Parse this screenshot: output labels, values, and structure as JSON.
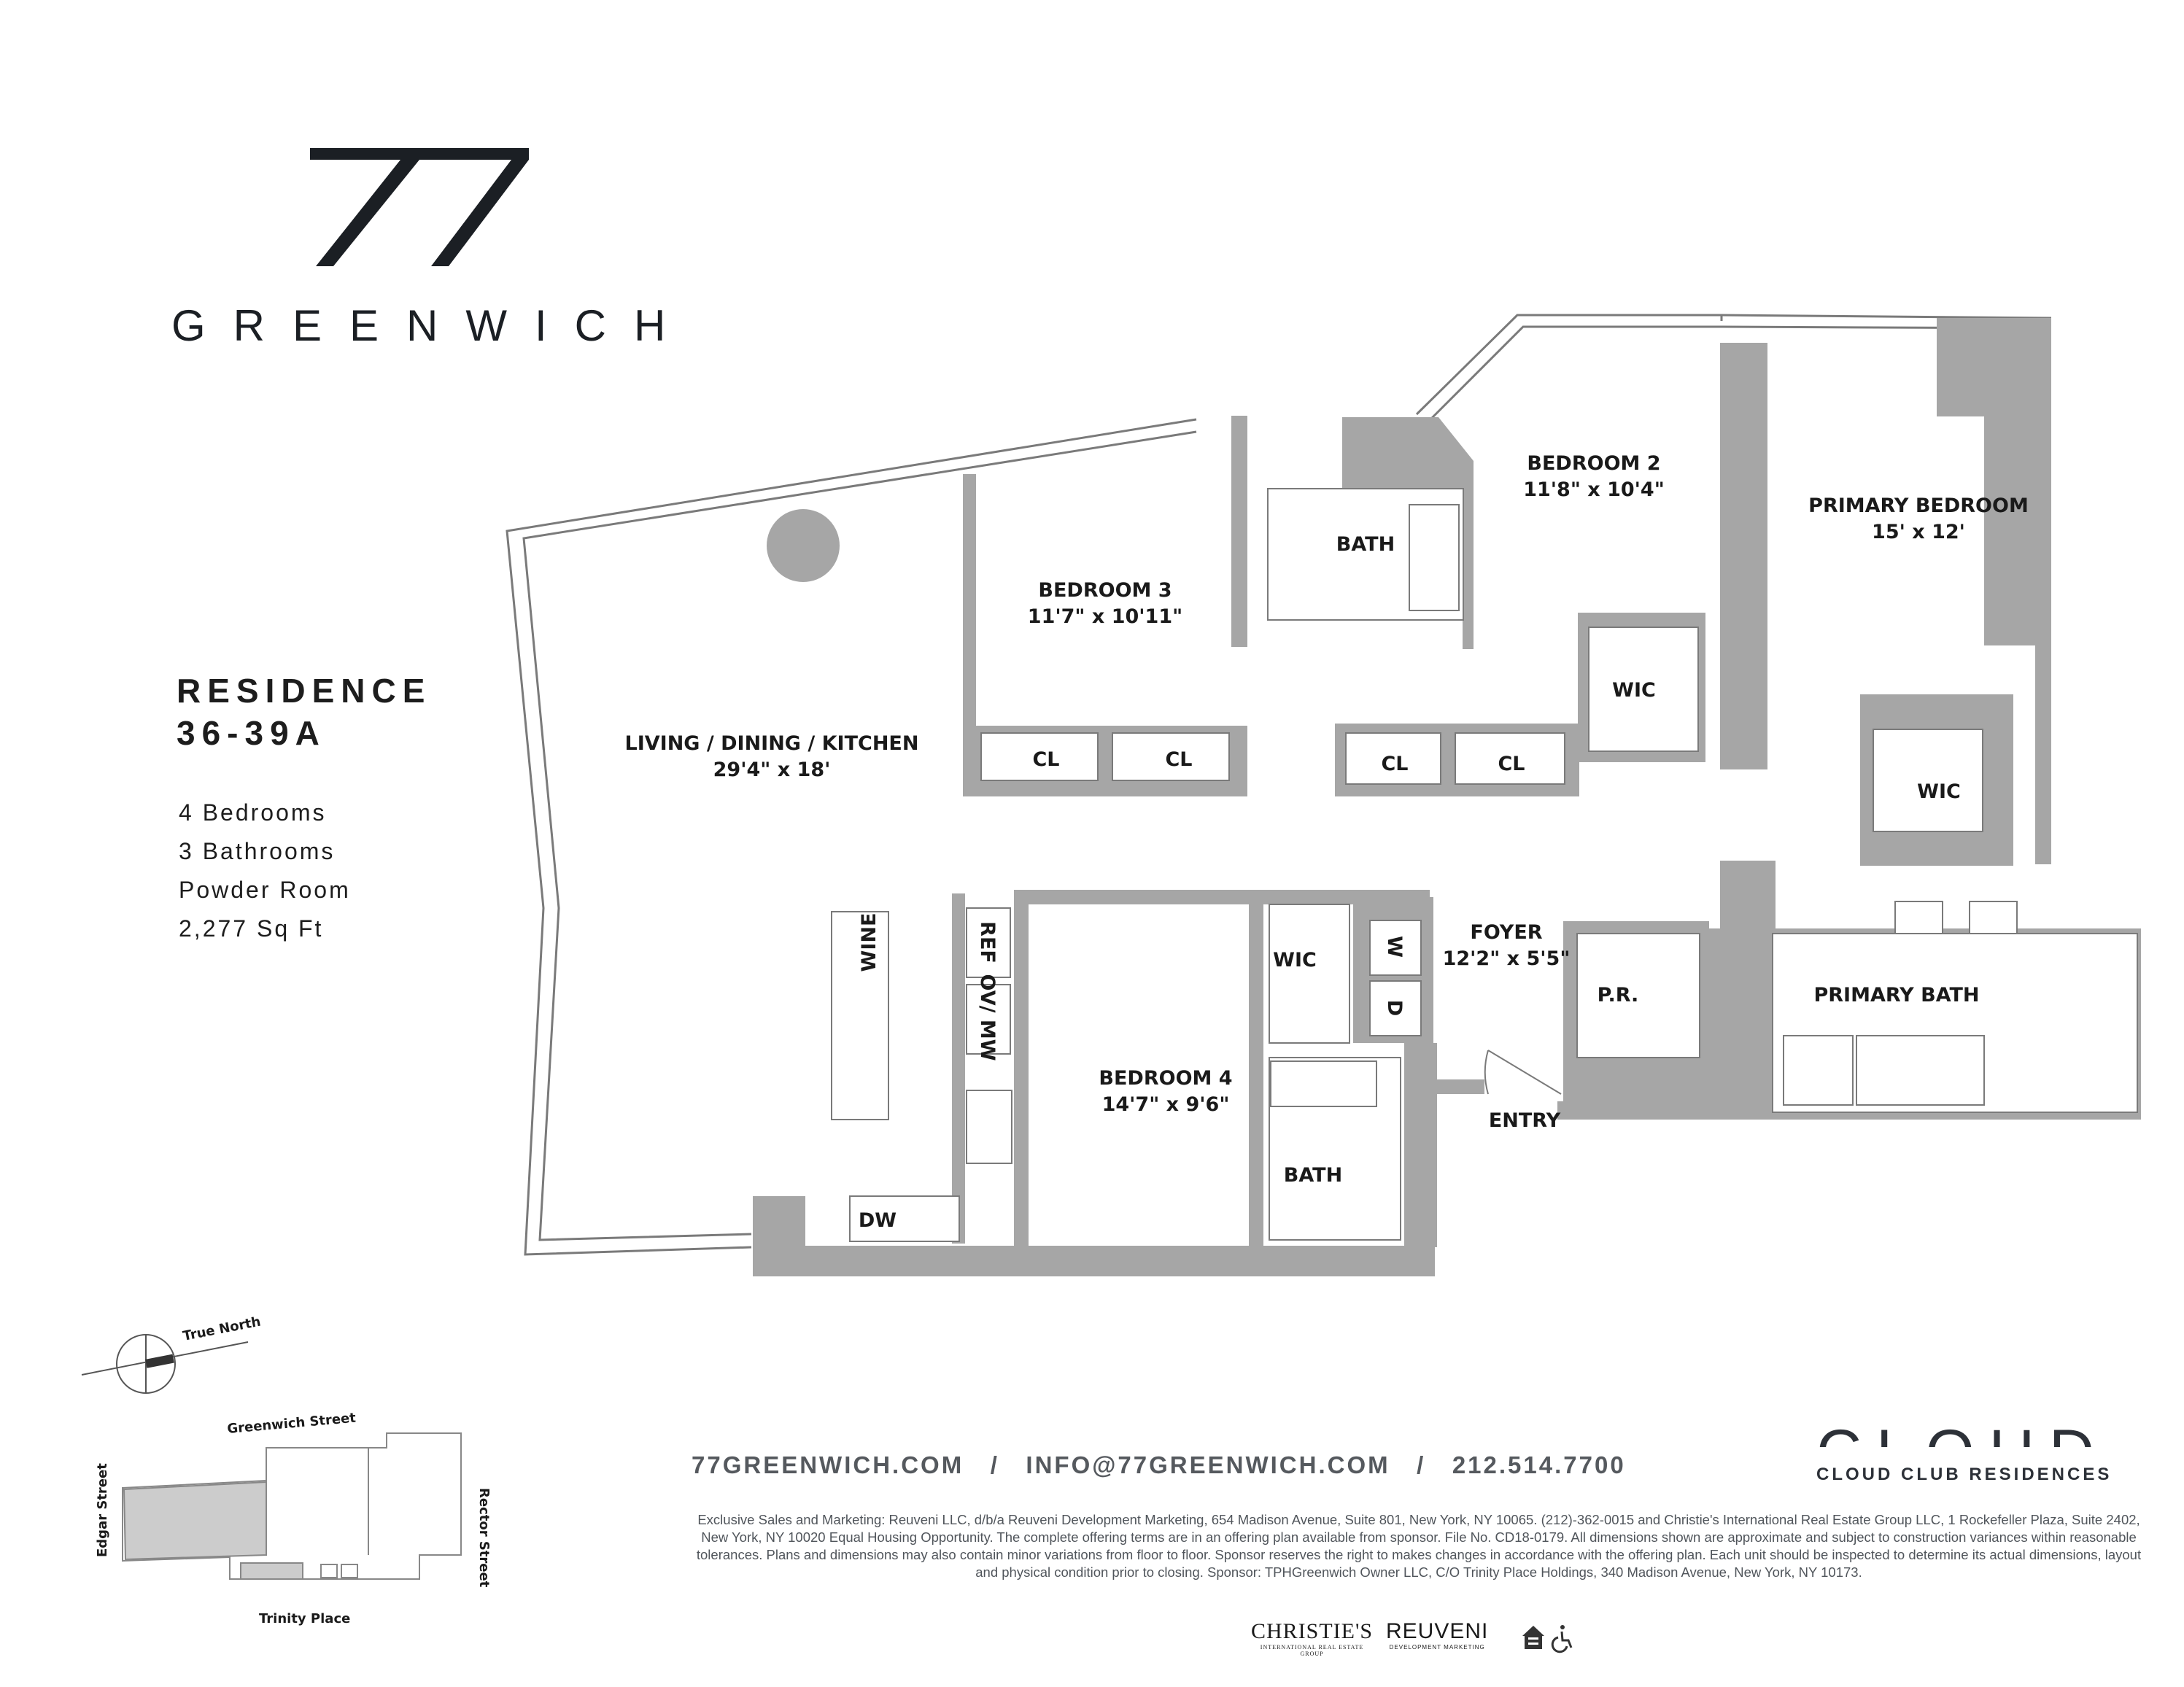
{
  "brand": {
    "logo_numerals": "77",
    "name": "GREENWICH"
  },
  "residence": {
    "title_line1": "RESIDENCE",
    "title_line2": "36-39A",
    "facts": [
      "4 Bedrooms",
      "3 Bathrooms",
      "Powder Room",
      "2,277 Sq Ft"
    ]
  },
  "rooms": {
    "living": {
      "name": "LIVING / DINING / KITCHEN",
      "dims": "29'4\" x 18'"
    },
    "bedroom3": {
      "name": "BEDROOM 3",
      "dims": "11'7\" x 10'11\""
    },
    "bedroom2": {
      "name": "BEDROOM 2",
      "dims": "11'8\" x 10'4\""
    },
    "primary_bedroom": {
      "name": "PRIMARY BEDROOM",
      "dims": "15' x 12'"
    },
    "bedroom4": {
      "name": "BEDROOM 4",
      "dims": "14'7\" x 9'6\""
    },
    "foyer": {
      "name": "FOYER",
      "dims": "12'2\" x 5'5\""
    },
    "bath_top": "BATH",
    "bath_bottom": "BATH",
    "primary_bath": "PRIMARY BATH",
    "powder_room": "P.R.",
    "entry": "ENTRY",
    "wic_bed2": "WIC",
    "wic_primary": "WIC",
    "wic_bed4": "WIC",
    "cl_1": "CL",
    "cl_2": "CL",
    "cl_3": "CL",
    "cl_4": "CL",
    "washer": "W",
    "dryer": "D",
    "wine": "WINE",
    "ref": "REF",
    "ov_mw": "OV/ MW",
    "dw": "DW"
  },
  "site_plan": {
    "true_north": "True North",
    "streets": {
      "north": "Greenwich Street",
      "west": "Edgar Street",
      "east": "Rector Street",
      "south": "Trinity Place"
    }
  },
  "contact": {
    "website": "77GREENWICH.COM",
    "email": "INFO@77GREENWICH.COM",
    "phone": "212.514.7700",
    "separator": "/"
  },
  "disclaimer": "Exclusive Sales and Marketing: Reuveni LLC, d/b/a Reuveni Development Marketing, 654 Madison Avenue, Suite 801, New York, NY 10065. (212)-362-0015 and Christie's International Real Estate Group LLC, 1 Rockefeller Plaza, Suite 2402, New York, NY 10020 Equal Housing Opportunity. The complete offering terms are in an offering plan available from sponsor. File No. CD18-0179. All dimensions shown are approximate and subject to construction variances within reasonable tolerances. Plans and dimensions may also contain minor variations from floor to floor. Sponsor reserves the right to makes changes in accordance with the offering plan. Each unit should be inspected to determine its actual dimensions, layout and physical condition prior to closing. Sponsor: TPHGreenwich Owner LLC, C/O Trinity Place Holdings, 340 Madison Avenue, New York, NY 10173.",
  "cloud_club": {
    "word": "CLOUD",
    "tagline": "CLOUD CLUB RESIDENCES"
  },
  "partners": {
    "christies": "CHRISTIE'S",
    "christies_sub": "INTERNATIONAL REAL ESTATE",
    "christies_group": "GROUP",
    "reuveni": "REUVENI",
    "reuveni_sub": "DEVELOPMENT MARKETING"
  },
  "icons": [
    "equal-housing-icon",
    "accessibility-icon",
    "north-arrow-icon",
    "round-column-icon"
  ],
  "colors": {
    "wall_fill": "#a6a6a6",
    "outline": "#7a7a7a",
    "text": "#1a1a1a",
    "brand_dark": "#1b1f24"
  }
}
